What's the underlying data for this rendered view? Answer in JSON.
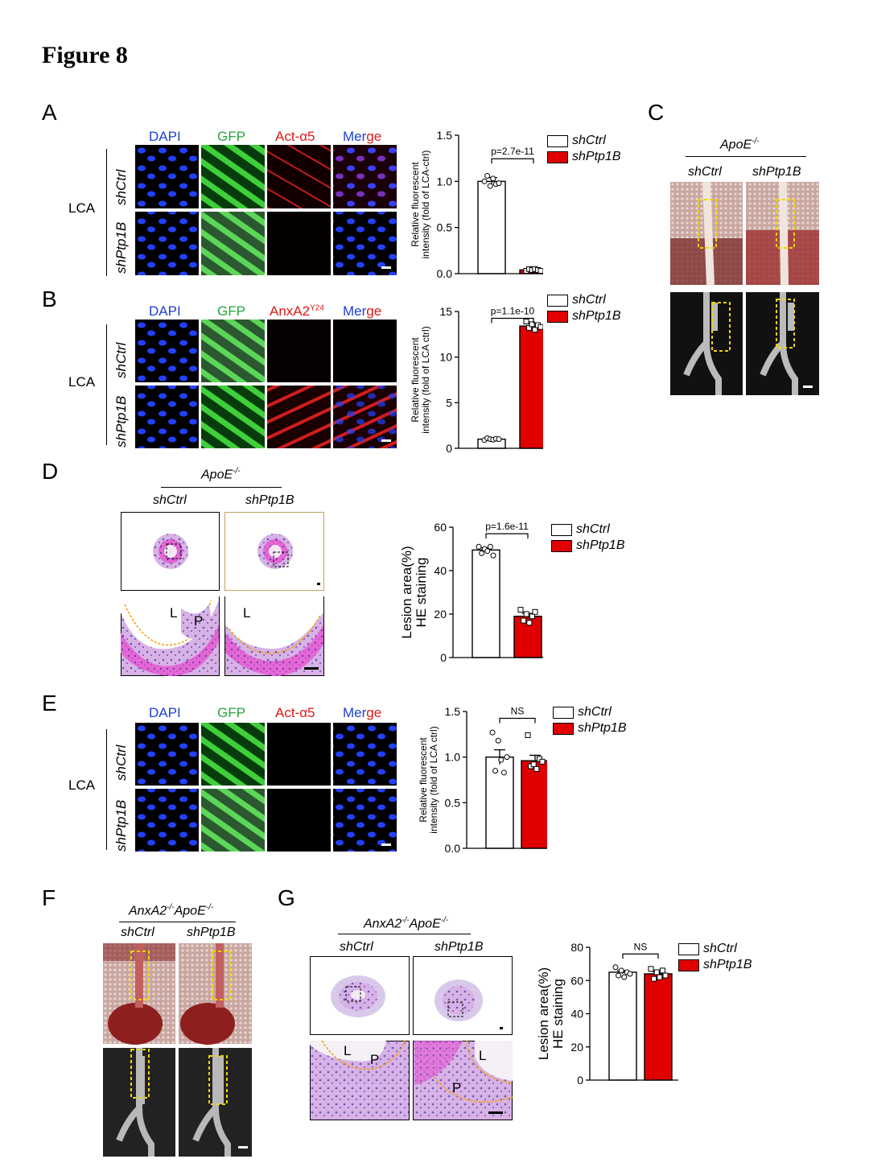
{
  "figure_title": "Figure 8",
  "panels": {
    "A": {
      "label": "A",
      "row_group": "LCA",
      "rows": [
        "shCtrl",
        "shPtp1B"
      ],
      "channels": [
        "DAPI",
        "GFP",
        "Act-α5",
        "Merge"
      ]
    },
    "B": {
      "label": "B",
      "row_group": "LCA",
      "rows": [
        "shCtrl",
        "shPtp1B"
      ],
      "channels": [
        "DAPI",
        "GFP",
        "AnxA2",
        "Merge"
      ],
      "channel3_sup": "Y24"
    },
    "C": {
      "label": "C",
      "group": "ApoE",
      "group_sup": "-/-",
      "cols": [
        "shCtrl",
        "shPtp1B"
      ]
    },
    "D": {
      "label": "D",
      "group": "ApoE",
      "group_sup": "-/-",
      "cols": [
        "shCtrl",
        "shPtp1B"
      ],
      "zoom_labels": {
        "left": [
          "L",
          "P"
        ],
        "right": [
          "L"
        ]
      }
    },
    "E": {
      "label": "E",
      "row_group": "LCA",
      "rows": [
        "shCtrl",
        "shPtp1B"
      ],
      "channels": [
        "DAPI",
        "GFP",
        "Act-α5",
        "Merge"
      ]
    },
    "F": {
      "label": "F",
      "group_a": "AnxA2",
      "group_sup_a": "-/-",
      "group_b": "ApoE",
      "group_sup_b": "-/-",
      "cols": [
        "shCtrl",
        "shPtp1B"
      ]
    },
    "G": {
      "label": "G",
      "group_a": "AnxA2",
      "group_sup_a": "-/-",
      "group_b": "ApoE",
      "group_sup_b": "-/-",
      "cols": [
        "shCtrl",
        "shPtp1B"
      ],
      "zoom_labels": {
        "left": [
          "L",
          "P"
        ],
        "right": [
          "L",
          "P"
        ]
      }
    }
  },
  "colors": {
    "ctrl_bar": "#ffffff",
    "treat_bar": "#e00000",
    "dapi": "#1c3fd6",
    "gfp": "#22a83a",
    "red": "#e01818",
    "roi": "#f2d400"
  },
  "chart_data": [
    {
      "id": "A",
      "type": "bar",
      "categories": [
        "shCtrl",
        "shPtp1B"
      ],
      "ylabel": "Relative fluorescent intensity (fold of LCA-ctrl)",
      "ylim": [
        0,
        1.5
      ],
      "yticks": [
        0.0,
        0.5,
        1.0,
        1.5
      ],
      "tick_labels": [
        "0.0",
        "0.5",
        "1.0",
        "1.5"
      ],
      "values": [
        1.0,
        0.04
      ],
      "errors": [
        0.04,
        0.01
      ],
      "points": [
        [
          1.0,
          1.06,
          0.95,
          1.03,
          0.97,
          0.98
        ],
        [
          0.03,
          0.05,
          0.04,
          0.05,
          0.04,
          0.03
        ]
      ],
      "annotation": "p=2.7e-11",
      "legend": [
        "shCtrl",
        "shPtp1B"
      ]
    },
    {
      "id": "B",
      "type": "bar",
      "categories": [
        "shCtrl",
        "shPtp1B"
      ],
      "ylabel": "Relative fluorescent intensity (fold of LCA ctrl)",
      "ylim": [
        0,
        15
      ],
      "yticks": [
        0,
        5,
        10,
        15
      ],
      "tick_labels": [
        "0",
        "5",
        "10",
        "15"
      ],
      "values": [
        1.0,
        13.4
      ],
      "errors": [
        0.1,
        0.3
      ],
      "points": [
        [
          0.9,
          1.1,
          1.0,
          0.95,
          1.05,
          1.0
        ],
        [
          13.9,
          13.2,
          13.6,
          13.0,
          13.5,
          13.3
        ]
      ],
      "annotation": "p=1.1e-10",
      "legend": [
        "shCtrl",
        "shPtp1B"
      ]
    },
    {
      "id": "D",
      "type": "bar",
      "categories": [
        "shCtrl",
        "shPtp1B"
      ],
      "ylabel": "Lesion area(%)",
      "ylabel2": "HE staining",
      "ylim": [
        0,
        60
      ],
      "yticks": [
        0,
        20,
        40,
        60
      ],
      "tick_labels": [
        "0",
        "20",
        "40",
        "60"
      ],
      "values": [
        49.5,
        19.0
      ],
      "errors": [
        1.0,
        1.3
      ],
      "points": [
        [
          51,
          48,
          50,
          49,
          51,
          47
        ],
        [
          22,
          17,
          20,
          16,
          19,
          21
        ]
      ],
      "annotation": "p=1.6e-11",
      "legend": [
        "shCtrl",
        "shPtp1B"
      ]
    },
    {
      "id": "E",
      "type": "bar",
      "categories": [
        "shCtrl",
        "shPtp1B"
      ],
      "ylabel": "Relative fluorescent intensity (fold of LCA ctrl)",
      "ylim": [
        0,
        1.5
      ],
      "yticks": [
        0.0,
        0.5,
        1.0,
        1.5
      ],
      "tick_labels": [
        "0.0",
        "0.5",
        "1.0",
        "1.5"
      ],
      "values": [
        1.0,
        0.96
      ],
      "errors": [
        0.08,
        0.06
      ],
      "points": [
        [
          1.27,
          0.85,
          1.18,
          0.97,
          0.83,
          1.0
        ],
        [
          1.24,
          0.9,
          0.92,
          0.87,
          0.98,
          0.95
        ]
      ],
      "annotation": "NS",
      "legend": [
        "shCtrl",
        "shPtp1B"
      ]
    },
    {
      "id": "G",
      "type": "bar",
      "categories": [
        "shCtrl",
        "shPtp1B"
      ],
      "ylabel": "Lesion area(%)",
      "ylabel2": "HE staining",
      "ylim": [
        0,
        80
      ],
      "yticks": [
        0,
        20,
        40,
        60,
        80
      ],
      "tick_labels": [
        "0",
        "20",
        "40",
        "60",
        "80"
      ],
      "values": [
        65,
        64
      ],
      "errors": [
        1.0,
        1.2
      ],
      "points": [
        [
          68,
          63,
          66,
          62,
          65,
          64
        ],
        [
          67,
          61,
          65,
          62,
          66,
          63
        ]
      ],
      "annotation": "NS",
      "legend": [
        "shCtrl",
        "shPtp1B"
      ]
    }
  ]
}
